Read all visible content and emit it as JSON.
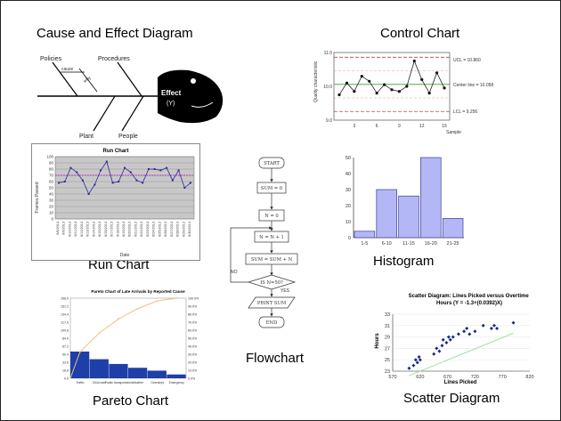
{
  "titles": {
    "fishbone": "Cause and Effect Diagram",
    "control": "Control Chart",
    "run": "Run Chart",
    "flowchart": "Flowchart",
    "histogram": "Histogram",
    "pareto": "Pareto Chart",
    "scatter": "Scatter Diagram"
  },
  "fishbone": {
    "labels": [
      "Policies",
      "Procedures",
      "Plant",
      "People"
    ],
    "cause": "cause",
    "why": "why",
    "effect": "Effect",
    "effect_sub": "(Y)"
  },
  "flowchart": {
    "steps": [
      "START",
      "SUM = 0",
      "N = 0",
      "N = N + 1",
      "SUM = SUM + N",
      "IS N=50?",
      "PRINT SUM",
      "END"
    ],
    "no_label": "NO",
    "yes_label": "YES"
  },
  "colors": {
    "run_bg": "#c8c8c8",
    "run_line": "#2a2a9a",
    "run_mean": "#d000d0",
    "histogram_bar": "#b3b7f5",
    "pareto_bar": "#1f3fa8",
    "pareto_line": "#f0c080",
    "control_center": "#3a9a3a",
    "control_limit": "#c04040",
    "scatter_point": "#1a2a7a",
    "scatter_fit": "#90e090"
  },
  "chart_data": [
    {
      "id": "control",
      "type": "line",
      "title": "",
      "xlabel": "Sample",
      "ylabel": "Quality characteristic",
      "x": [
        1,
        2,
        3,
        4,
        5,
        6,
        7,
        8,
        9,
        10,
        11,
        12,
        13,
        14,
        15
      ],
      "values": [
        9.75,
        10.1,
        9.85,
        10.3,
        10.15,
        9.8,
        10.05,
        9.9,
        9.85,
        10.0,
        10.75,
        10.2,
        9.8,
        10.4,
        9.95
      ],
      "xticks": [
        3,
        6,
        9,
        12,
        15
      ],
      "yticks": [
        9.0,
        10.0,
        11.0
      ],
      "ytick_labels": [
        "9.0",
        "10.0",
        "11.0"
      ],
      "ylim": [
        9.0,
        11.0
      ],
      "center": 10.058,
      "ucl": 10.86,
      "lcl": 9.256,
      "center_label": "Center line = 10.058",
      "ucl_label": "UCL = 10.860",
      "lcl_label": "LCL = 9.256"
    },
    {
      "id": "run",
      "type": "line",
      "title": "Run Chart",
      "xlabel": "Date",
      "ylabel": "Frames Passed",
      "categories": [
        "6/8/2013",
        "6/9/2013",
        "6/10/2013",
        "6/11/2013",
        "6/12/2013",
        "6/13/2013",
        "6/14/2013",
        "6/15/2013",
        "6/16/2013",
        "6/17/2013",
        "6/18/2013",
        "6/19/2013",
        "6/20/2013",
        "6/21/2013",
        "6/22/2013",
        "6/23/2013",
        "6/24/2013",
        "6/25/2013",
        "6/26/2013",
        "6/27/2013",
        "6/28/2013",
        "6/29/2013",
        "6/30/2013"
      ],
      "values": [
        58,
        60,
        82,
        75,
        62,
        40,
        55,
        78,
        92,
        58,
        60,
        82,
        75,
        62,
        58,
        80,
        80,
        78,
        82,
        62,
        78,
        50,
        58
      ],
      "mean": 70,
      "ylim": [
        0,
        100
      ],
      "yticks": [
        0,
        10,
        20,
        30,
        40,
        50,
        60,
        70,
        80,
        90,
        100
      ]
    },
    {
      "id": "histogram",
      "type": "bar",
      "title": "",
      "categories": [
        "1-5",
        "6-10",
        "11-15",
        "16-20",
        "21-25"
      ],
      "values": [
        4,
        30,
        26,
        50,
        12
      ],
      "ylim": [
        0,
        50
      ],
      "yticks": [
        0,
        10,
        20,
        30,
        40,
        50
      ]
    },
    {
      "id": "pareto",
      "type": "bar",
      "title": "Pareto Chart of Late Arrivals by Reported Cause",
      "categories": [
        "Traffic",
        "Child care",
        "Public transportation",
        "Weather",
        "Overslept",
        "Emergency"
      ],
      "values": [
        56,
        40,
        30,
        22,
        16,
        8
      ],
      "cumulative_percent": [
        32.9,
        56.5,
        74.1,
        87.1,
        96.5,
        100
      ],
      "ylim": [
        0,
        168
      ],
      "yticks": [
        0,
        16.8,
        33.6,
        50.4,
        67.2,
        84.0,
        100.8,
        117.6,
        134.4,
        151.2,
        168.0
      ],
      "ytick_labels": [
        "0.0",
        "16.8",
        "33.6",
        "50.4",
        "67.2",
        "84.0",
        "100.8",
        "117.6",
        "134.4",
        "151.2",
        "168.0"
      ],
      "y2ticks": [
        "0.0%",
        "10.0%",
        "20.0%",
        "30.0%",
        "40.0%",
        "50.0%",
        "60.0%",
        "70.0%",
        "80.0%",
        "90.0%",
        "100.0%"
      ]
    },
    {
      "id": "scatter",
      "type": "scatter",
      "title": "Scatter Diagram: Lines Picked versus Overtime Hours (Y = -1.3+(0.0392)X)",
      "xlabel": "Lines Picked",
      "ylabel": "Hours",
      "x": [
        600,
        608,
        612,
        615,
        618,
        620,
        645,
        650,
        655,
        660,
        662,
        668,
        672,
        675,
        680,
        690,
        700,
        705,
        710,
        720,
        735,
        750,
        755,
        760,
        790
      ],
      "y": [
        23.5,
        24,
        25,
        24.5,
        25.5,
        25,
        26,
        27,
        26.5,
        27.5,
        28.5,
        28,
        29,
        28.5,
        29,
        29.5,
        30,
        30.5,
        29.5,
        30,
        31,
        30.5,
        31,
        30.5,
        31.5
      ],
      "fit_intercept": -1.3,
      "fit_slope": 0.0392,
      "xlim": [
        570,
        820
      ],
      "xticks": [
        570,
        620,
        670,
        720,
        770,
        820
      ],
      "ylim": [
        23,
        33
      ],
      "yticks": [
        23,
        25,
        27,
        29,
        31,
        33
      ]
    }
  ]
}
